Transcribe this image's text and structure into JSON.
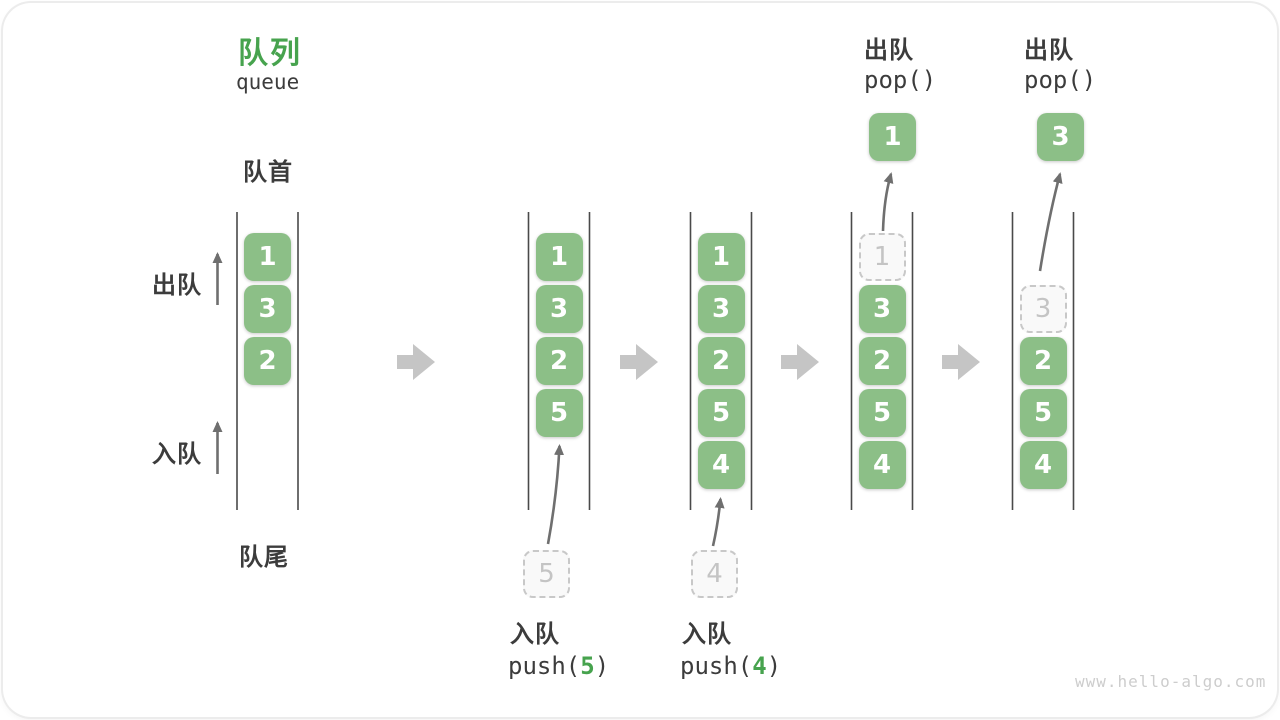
{
  "title": {
    "zh": "队列",
    "en": "queue"
  },
  "labels": {
    "front": "队首",
    "rear": "队尾",
    "dequeue_side": "出队",
    "enqueue_side": "入队"
  },
  "pop_ops": [
    {
      "label": "出队",
      "code": "pop()",
      "value": "1"
    },
    {
      "label": "出队",
      "code": "pop()",
      "value": "3"
    }
  ],
  "push_ops": [
    {
      "label": "入队",
      "code_prefix": "push(",
      "arg": "5",
      "code_suffix": ")"
    },
    {
      "label": "入队",
      "code_prefix": "push(",
      "arg": "4",
      "code_suffix": ")"
    }
  ],
  "states": [
    {
      "cells": [
        {
          "slot": 0,
          "value": "1",
          "kind": "solid"
        },
        {
          "slot": 1,
          "value": "3",
          "kind": "solid"
        },
        {
          "slot": 2,
          "value": "2",
          "kind": "solid"
        }
      ]
    },
    {
      "cells": [
        {
          "slot": 0,
          "value": "1",
          "kind": "solid"
        },
        {
          "slot": 1,
          "value": "3",
          "kind": "solid"
        },
        {
          "slot": 2,
          "value": "2",
          "kind": "solid"
        },
        {
          "slot": 3,
          "value": "5",
          "kind": "solid"
        }
      ]
    },
    {
      "cells": [
        {
          "slot": 0,
          "value": "1",
          "kind": "solid"
        },
        {
          "slot": 1,
          "value": "3",
          "kind": "solid"
        },
        {
          "slot": 2,
          "value": "2",
          "kind": "solid"
        },
        {
          "slot": 3,
          "value": "5",
          "kind": "solid"
        },
        {
          "slot": 4,
          "value": "4",
          "kind": "solid"
        }
      ]
    },
    {
      "cells": [
        {
          "slot": 0,
          "value": "1",
          "kind": "dashed"
        },
        {
          "slot": 1,
          "value": "3",
          "kind": "solid"
        },
        {
          "slot": 2,
          "value": "2",
          "kind": "solid"
        },
        {
          "slot": 3,
          "value": "5",
          "kind": "solid"
        },
        {
          "slot": 4,
          "value": "4",
          "kind": "solid"
        }
      ]
    },
    {
      "cells": [
        {
          "slot": 1,
          "value": "3",
          "kind": "dashed"
        },
        {
          "slot": 2,
          "value": "2",
          "kind": "solid"
        },
        {
          "slot": 3,
          "value": "5",
          "kind": "solid"
        },
        {
          "slot": 4,
          "value": "4",
          "kind": "solid"
        }
      ]
    }
  ],
  "watermark": "www.hello-algo.com",
  "colors": {
    "box_green": "#8CBF87",
    "accent_green": "#47A34E",
    "text_dark": "#3C3C3C",
    "container_line": "#4A4A4A",
    "curve_arrow_gray": "#6F6F6F",
    "block_arrow_gray": "#C5C5C5",
    "dashed_gray": "#C8C8C8",
    "watermark_gray": "#CDCDCD"
  }
}
